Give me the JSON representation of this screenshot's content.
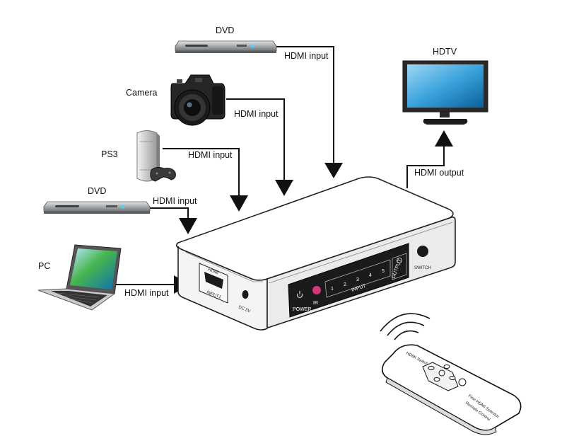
{
  "devices": {
    "dvd_top": "DVD",
    "camera": "Camera",
    "ps3": "PS3",
    "dvd_left": "DVD",
    "pc": "PC",
    "hdtv": "HDTV"
  },
  "connections": {
    "dvd_top": "HDMI input",
    "camera": "HDMI input",
    "ps3": "HDMI input",
    "dvd_left": "HDMI input",
    "pc": "HDMI input",
    "hdtv": "HDMI output"
  },
  "switch_box": {
    "hdmi_port": "HDMI",
    "input_port": "INPUT1",
    "dc_label": "DC 5V",
    "power_label": "POWER",
    "ir_label": "IR",
    "input_numbers": [
      "1",
      "2",
      "3",
      "4",
      "5"
    ],
    "input_group_label": "INPUT",
    "output_label": "OUTPUT",
    "switch_label": "SWITCH"
  },
  "remote": {
    "title": "HDMI Switch",
    "caption_line1": "Fine HDMI Selector",
    "caption_line2": "Remote Control"
  },
  "colors": {
    "line": "#111111",
    "ir_button": "#d4387a",
    "panel": "#1b1b1b",
    "screen": "#3aa3dc",
    "device_silver": "#b8bcc0"
  }
}
